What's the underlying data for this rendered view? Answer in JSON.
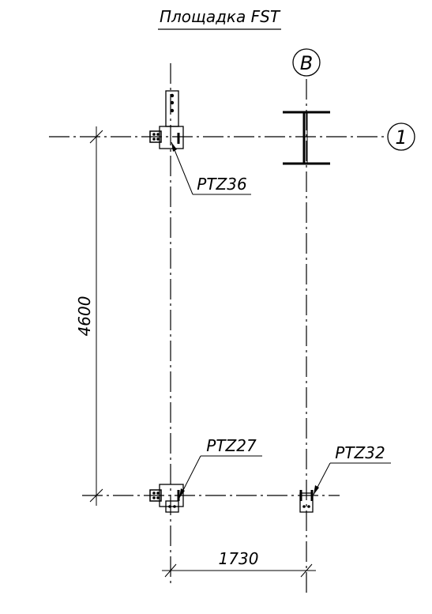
{
  "title": "Площадка FST",
  "grid": {
    "row_marker": "1",
    "column_marker": "B"
  },
  "dimensions": {
    "vertical": "4600",
    "horizontal": "1730"
  },
  "callouts": {
    "top_left": "PTZ36",
    "bottom_left": "PTZ27",
    "bottom_right": "PTZ32"
  }
}
